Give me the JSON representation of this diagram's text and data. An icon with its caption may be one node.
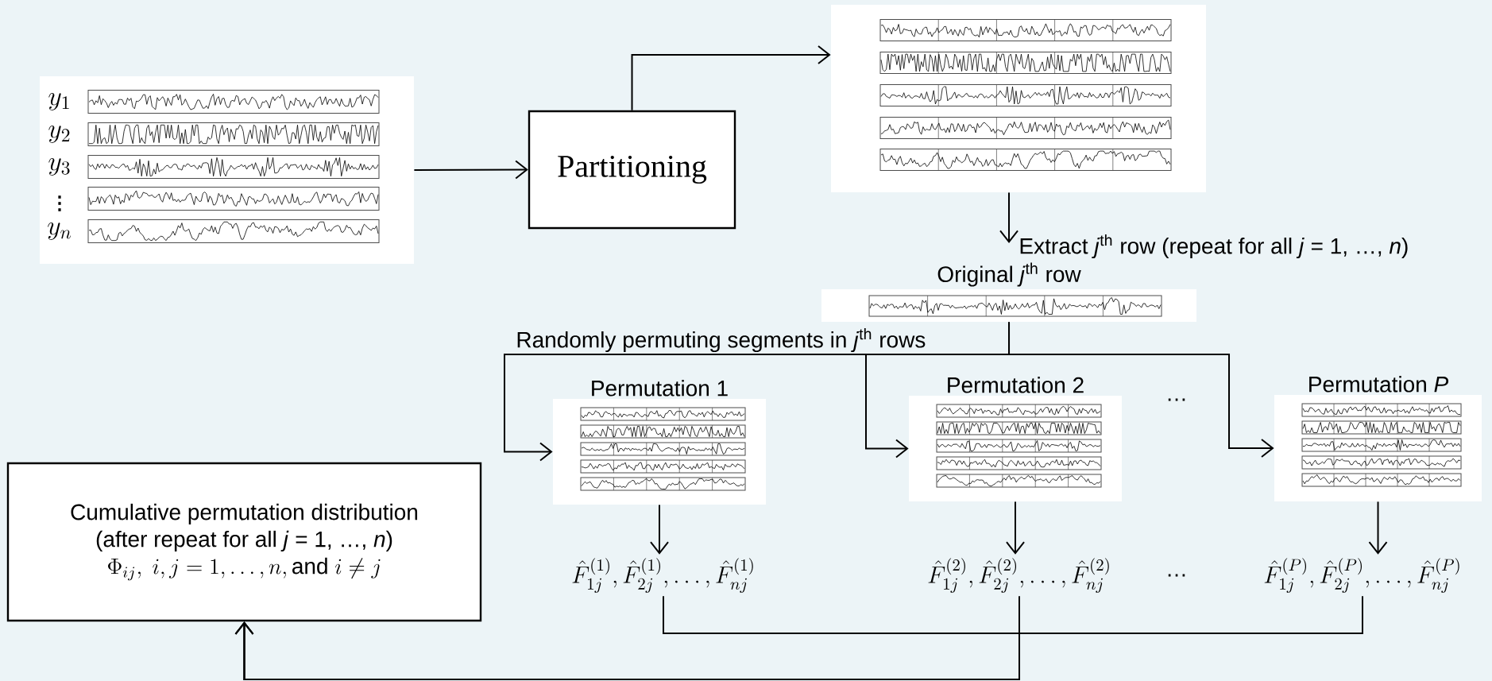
{
  "diagram": {
    "nodes": [
      {
        "text": [
          "y_1",
          "y_2",
          "y_3",
          "\\vdots",
          "y_n"
        ]
      },
      {
        "text": [
          "Partitioning"
        ]
      },
      {
        "text": [],
        "shape": "picture"
      },
      {
        "text": [
          "Original *j*$^{th}$ row"
        ]
      },
      {
        "text": [
          "Permutation 1"
        ]
      },
      {
        "text": [
          "Permutation 2"
        ]
      },
      {
        "text": [
          "Permutation *P*"
        ]
      },
      {
        "text": [
          "\\hat{F}^{(1)}_{1j}, \\hat{F}^{(1)}_{2j}, \\dots, \\hat{F}^{(1)}_{nj}"
        ]
      },
      {
        "text": [
          "\\hat{F}^{(2)}_{1j}, \\hat{F}^{(2)}_{2j}, \\dots, \\hat{F}^{(2)}_{nj}"
        ]
      },
      {
        "text": [
          "\\hat{F}^{(P)}_{1j}, \\hat{F}^{(P)}_{2j}, \\dots, \\hat{F}^{(P)}_{nj}"
        ]
      },
      {
        "text": [
          "Cumulative permutation distribution",
          "(after repeat for all *j* = 1, …, *n*)",
          "\\Phi_{ij},\\ i,j = 1, \\dots, n, \\text{and } i \\neq j"
        ]
      }
    ],
    "edges": [
      {
        "from": 0,
        "to": 1,
        "arrow": "to"
      },
      {
        "from": 1,
        "to": 2,
        "arrow": "to"
      },
      {
        "from": 2,
        "to": 3,
        "arrow": "to",
        "label": "Extract *j*$^{th}$ row (repeat for all *j* = 1, …, *n*)"
      },
      {
        "from": 3,
        "to": 4,
        "arrow": "to",
        "label": "Randomly permuting segments in *j*$^{th}$ rows"
      },
      {
        "from": 3,
        "to": 5,
        "arrow": "to"
      },
      {
        "from": 3,
        "to": 6,
        "arrow": "to"
      },
      {
        "from": 4,
        "to": 7,
        "arrow": "to"
      },
      {
        "from": 5,
        "to": 8,
        "arrow": "to"
      },
      {
        "from": 6,
        "to": 9,
        "arrow": "to"
      },
      {
        "from": 7,
        "to": 10,
        "arrow": "to"
      },
      {
        "from": 8,
        "to": 10,
        "arrow": "to"
      },
      {
        "from": 9,
        "to": 10,
        "arrow": "to"
      }
    ],
    "labels": [
      "…",
      "…"
    ]
  }
}
